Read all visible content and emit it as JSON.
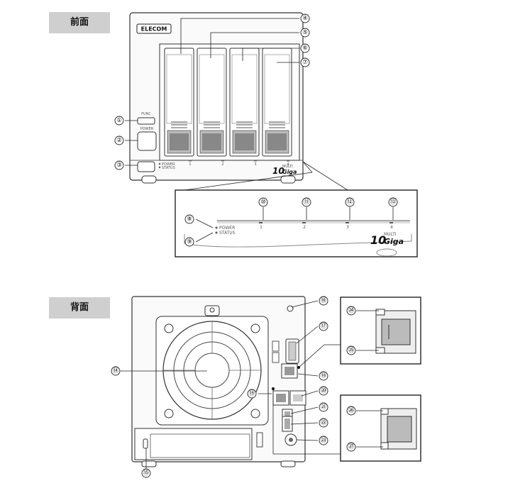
{
  "sections": {
    "front_label": "前面",
    "back_label": "背面"
  },
  "front": {
    "brand": "ELECOM",
    "func_label": "FUNC",
    "power_label": "POWER",
    "led_power": "POWER",
    "led_status": "STATUS",
    "bay_numbers": [
      "1",
      "2",
      "3",
      "4"
    ],
    "logo_main": "10",
    "logo_sub": "Giga",
    "logo_multi": "MULTI"
  },
  "zoom": {
    "led_power": "POWER",
    "led_status": "STATUS",
    "bay_numbers": [
      "1",
      "2",
      "3",
      "4"
    ],
    "logo_main": "10",
    "logo_sub": "Giga",
    "logo_multi": "MULTI"
  },
  "callouts": {
    "c1": "①",
    "c2": "②",
    "c3": "③",
    "c4": "④",
    "c5": "⑤",
    "c6": "⑥",
    "c7": "⑦",
    "c8": "⑧",
    "c9": "⑨",
    "c10": "⑩",
    "c11": "⑪",
    "c12": "⑫",
    "c13": "⑬",
    "c14": "⑭",
    "c15": "⑮",
    "c16": "⑯",
    "c17": "⑰",
    "c18": "⑱",
    "c19": "⑲",
    "c20": "⑳",
    "c21": "㉑",
    "c22": "㉒",
    "c23": "㉓",
    "c24": "㉔",
    "c25": "㉕",
    "c26": "㉖",
    "c27": "㉗"
  }
}
